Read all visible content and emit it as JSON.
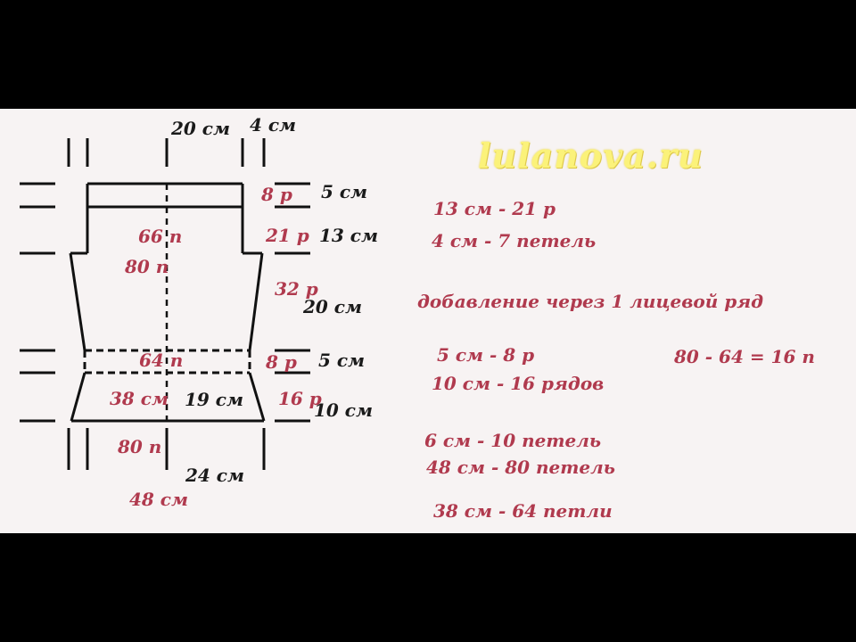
{
  "watermark": "lulanova.ru",
  "colors": {
    "accent_red": "#b03a4e",
    "line": "#111111",
    "watermark": "#fbf27a"
  },
  "schema_labels": {
    "top_width": "20 см",
    "top_side": "4 см",
    "band_rows": "8 р",
    "band_height": "5 см",
    "upper_rows": "21 р",
    "upper_height": "13 см",
    "upper_stitches": "66 п",
    "middle_stitches": "80 п",
    "middle_rows": "32 р",
    "middle_height": "20 см",
    "band2_stitches": "64 п",
    "band2_rows": "8 р",
    "band2_height": "5 см",
    "lower_width": "38 см",
    "lower_half": "19 см",
    "lower_rows": "16 р",
    "lower_height": "10 см",
    "bottom_stitches": "80 п",
    "bottom_half": "24 см",
    "bottom_width": "48 см"
  },
  "notes": [
    "13 см - 21 р",
    "4 см - 7 петель",
    "добавление через 1 лицевой ряд",
    "5 см - 8 р",
    "80 - 64 = 16 п",
    "10 см - 16 рядов",
    "6 см - 10 петель",
    "48 см - 80 петель",
    "38 см - 64 петли"
  ]
}
